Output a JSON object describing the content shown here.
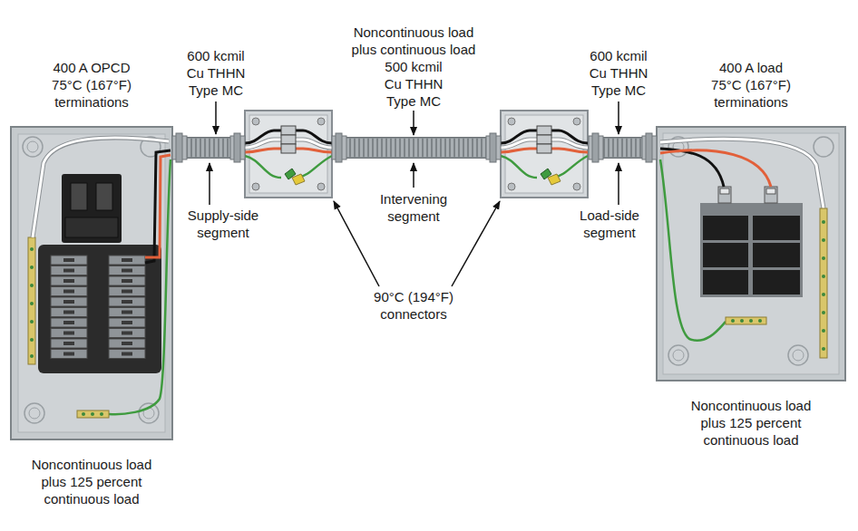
{
  "diagram": {
    "nodes": [
      {
        "text": [
          "400 A OPCD 75°C (167°F) terminations",
          "Noncontinuous load plus 125 percent continuous load"
        ]
      },
      {
        "text": [
          "400 A load 75°C (167°F) terminations",
          "Noncontinuous load plus 125 percent continuous load"
        ]
      }
    ],
    "edges": [
      {
        "from": 0,
        "to": 1,
        "arrow": "none"
      }
    ],
    "labels": [
      "600 kcmil Cu THHN Type MC",
      "Supply-side segment",
      "Noncontinuous load plus continuous load",
      "500 kcmil Cu THHN Type MC",
      "Intervening segment",
      "90°C (194°F) connectors",
      "600 kcmil Cu THHN Type MC",
      "Load-side segment"
    ]
  }
}
